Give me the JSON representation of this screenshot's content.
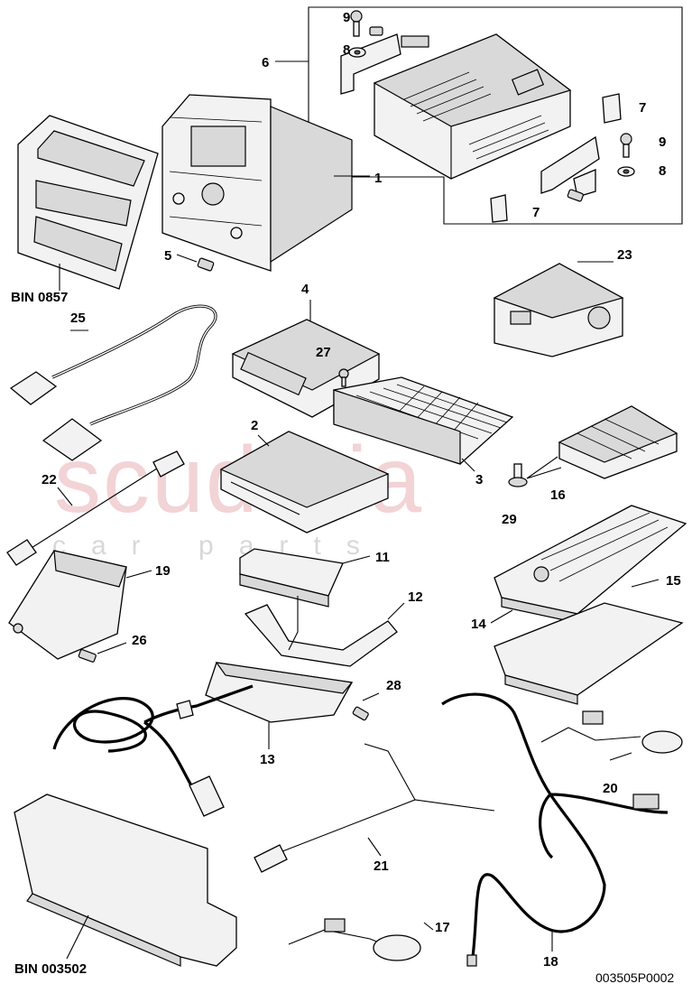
{
  "watermark": {
    "main": "scuderia",
    "sub": "car parts"
  },
  "references": {
    "bin_top": "BIN 0857",
    "bin_bottom": "BIN 003502",
    "drawing_number": "003505P0002"
  },
  "callouts": {
    "c1": "1",
    "c2": "2",
    "c3": "3",
    "c4": "4",
    "c5": "5",
    "c6": "6",
    "c7a": "7",
    "c7b": "7",
    "c8a": "8",
    "c8b": "8",
    "c9a": "9",
    "c9b": "9",
    "c11": "11",
    "c12": "12",
    "c13": "13",
    "c14": "14",
    "c15": "15",
    "c16": "16",
    "c17": "17",
    "c18": "18",
    "c19": "19",
    "c20": "20",
    "c21": "21",
    "c22": "22",
    "c23": "23",
    "c25": "25",
    "c26": "26",
    "c27": "27",
    "c28": "28",
    "c29": "29"
  },
  "colors": {
    "watermark": "#f0c9cc",
    "line": "#000000",
    "part_fill": "#f2f2f2"
  }
}
